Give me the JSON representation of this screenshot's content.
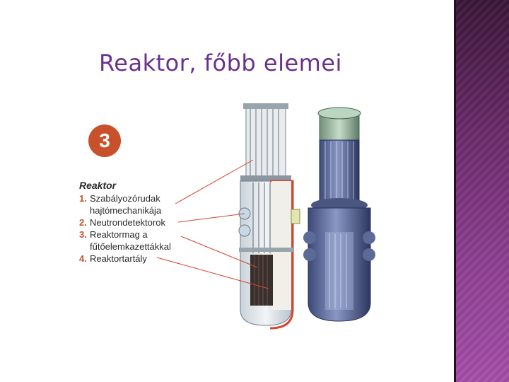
{
  "slide": {
    "title": "Reaktor, főbb elemei"
  },
  "figure": {
    "badge": "3",
    "legend": {
      "heading": "Reaktor",
      "items": [
        {
          "num": "1.",
          "line1": "Szabályozórudak",
          "line2": "hajtómechanikája"
        },
        {
          "num": "2.",
          "line1": "Neutrondetektorok",
          "line2": ""
        },
        {
          "num": "3.",
          "line1": "Reaktormag a",
          "line2": "fűtőelemkazettákkal"
        },
        {
          "num": "4.",
          "line1": "Reaktortartály",
          "line2": ""
        }
      ]
    }
  },
  "colors": {
    "title": "#6b2f8e",
    "accent": "#c8512c",
    "band": "#8e3f92"
  }
}
